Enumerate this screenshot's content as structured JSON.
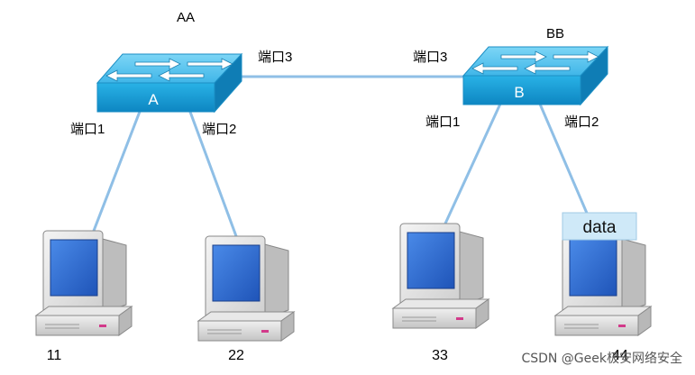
{
  "switches": [
    {
      "id": "sw-a",
      "name": "AA",
      "letter": "A"
    },
    {
      "id": "sw-b",
      "name": "BB",
      "letter": "B"
    }
  ],
  "ports": {
    "a_port1": "端口1",
    "a_port2": "端口2",
    "a_port3": "端口3",
    "b_port1": "端口1",
    "b_port2": "端口2",
    "b_port3": "端口3"
  },
  "hosts": [
    {
      "id": "pc-11",
      "label": "11"
    },
    {
      "id": "pc-22",
      "label": "22"
    },
    {
      "id": "pc-33",
      "label": "33"
    },
    {
      "id": "pc-44",
      "label": "44"
    }
  ],
  "data_tag": "data",
  "watermark": "CSDN @Geek极安网络安全",
  "colors": {
    "switch_front": "#1aa0d8",
    "switch_top": "#5ec6ee",
    "link": "#8fbfe6",
    "screen": "#2f6fd0",
    "data_box": "#cfe9f8"
  }
}
